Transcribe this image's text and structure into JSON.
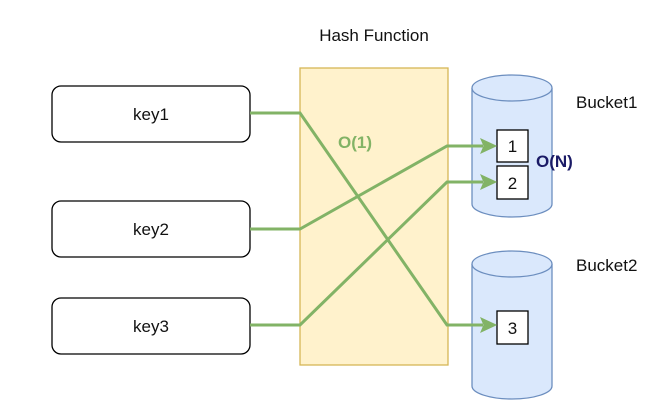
{
  "title": "Hash Function",
  "keys": [
    {
      "label": "key1"
    },
    {
      "label": "key2"
    },
    {
      "label": "key3"
    }
  ],
  "complexity": {
    "hash": "O(1)",
    "bucket": "O(N)"
  },
  "buckets": [
    {
      "label": "Bucket1",
      "entries": [
        "1",
        "2"
      ]
    },
    {
      "label": "Bucket2",
      "entries": [
        "3"
      ]
    }
  ],
  "colors": {
    "hash_fill": "#fff2cc",
    "hash_stroke": "#d6b656",
    "bucket_fill": "#dae8fc",
    "bucket_stroke": "#6c8ebf",
    "arrow": "#82b366",
    "o1_text": "#82b366",
    "on_text": "#1a1a66"
  },
  "mappings": [
    {
      "from": "key1",
      "to": "3"
    },
    {
      "from": "key2",
      "to": "1"
    },
    {
      "from": "key3",
      "to": "2"
    }
  ]
}
